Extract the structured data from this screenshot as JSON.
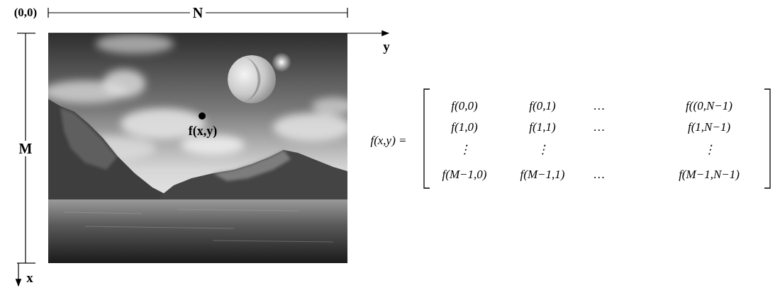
{
  "diagram": {
    "labels": [
      "(0,0)",
      "N",
      "y",
      "M",
      "f(x,y)",
      "x",
      "f(x,y) =",
      "f(0,0)",
      "f(0,1)",
      "…",
      "f((0,N−1)",
      "f(1,0)",
      "f(1,1)",
      "…",
      "f(1,N−1)",
      "⋮",
      "⋮",
      "⋮",
      "f(M−1,0)",
      "f(M−1,1)",
      "…",
      "f(M−1,N−1)"
    ]
  }
}
